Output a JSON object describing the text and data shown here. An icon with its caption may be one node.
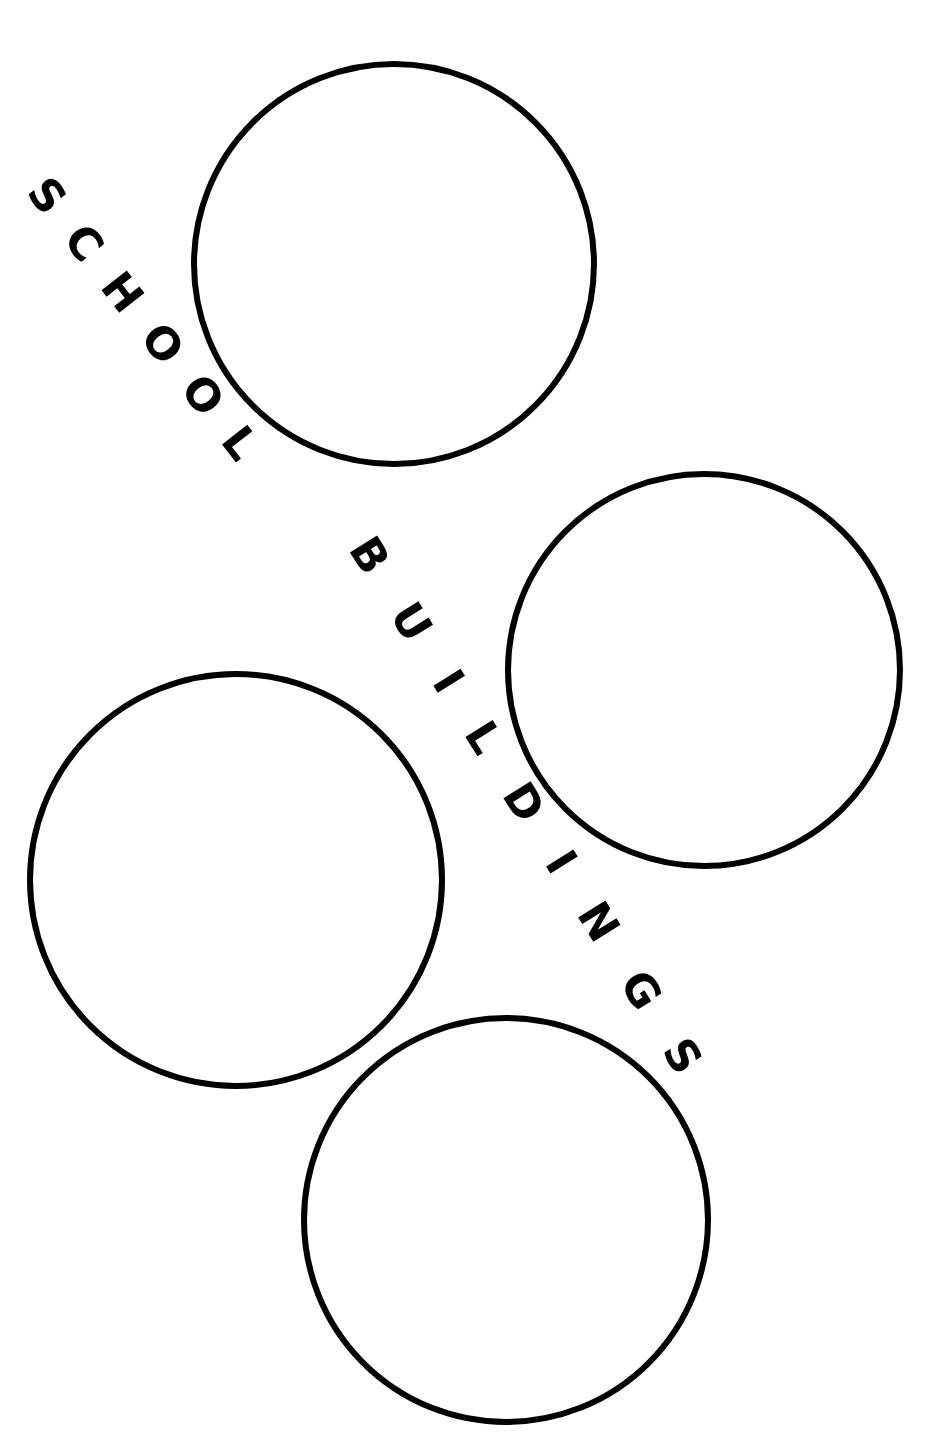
{
  "diagram": {
    "nodes": [
      {
        "text": [],
        "shape": "circle"
      },
      {
        "text": [],
        "shape": "circle"
      },
      {
        "text": [],
        "shape": "circle"
      },
      {
        "text": [],
        "shape": "circle"
      }
    ],
    "edges": [],
    "labels": [
      "SCHOOL",
      "BUILDINGS"
    ]
  }
}
